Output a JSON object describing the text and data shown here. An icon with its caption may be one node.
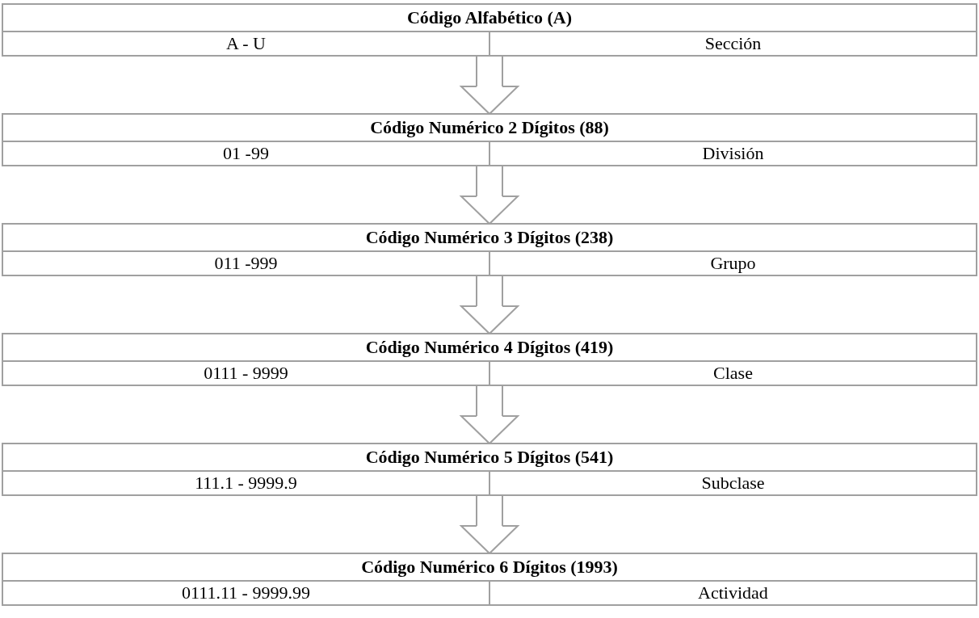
{
  "diagram": {
    "nodes": [
      {
        "text": [
          "Código Alfabético (A)"
        ]
      },
      {
        "text": [
          "A - U"
        ],
        "in": 0
      },
      {
        "text": [
          "Sección"
        ],
        "in": 0
      },
      {
        "text": [
          "Código Numérico 2 Dígitos (88)"
        ]
      },
      {
        "text": [
          "01 -99"
        ],
        "in": 3
      },
      {
        "text": [
          "División"
        ],
        "in": 3
      },
      {
        "text": [
          "Código Numérico 3 Dígitos (238)"
        ]
      },
      {
        "text": [
          "011 -999"
        ],
        "in": 6
      },
      {
        "text": [
          "Grupo"
        ],
        "in": 6
      },
      {
        "text": [
          "Código Numérico 4 Dígitos (419)"
        ]
      },
      {
        "text": [
          "0111 - 9999"
        ],
        "in": 9
      },
      {
        "text": [
          "Clase"
        ],
        "in": 9
      },
      {
        "text": [
          "Código Numérico 5 Dígitos (541)"
        ]
      },
      {
        "text": [
          "111.1 - 9999.9"
        ],
        "in": 12
      },
      {
        "text": [
          "Subclase"
        ],
        "in": 12
      },
      {
        "text": [
          "Código Numérico 6 Dígitos (1993)"
        ]
      },
      {
        "text": [
          "0111.11 - 9999.99"
        ],
        "in": 15
      },
      {
        "text": [
          "Actividad"
        ],
        "in": 15
      }
    ],
    "edges": [
      {
        "from": 0,
        "to": 3,
        "arrow": "to"
      },
      {
        "from": 3,
        "to": 6,
        "arrow": "to"
      },
      {
        "from": 6,
        "to": 9,
        "arrow": "to"
      },
      {
        "from": 9,
        "to": 12,
        "arrow": "to"
      },
      {
        "from": 12,
        "to": 15,
        "arrow": "to"
      }
    ]
  }
}
